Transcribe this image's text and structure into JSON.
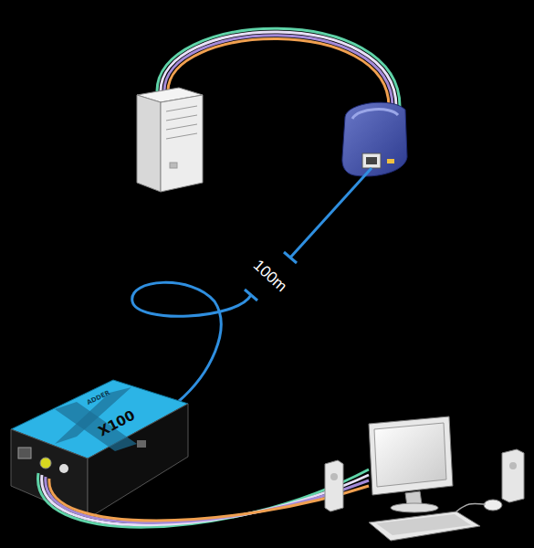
{
  "diagram": {
    "labels": [
      "100m",
      "ADDER",
      "X100"
    ]
  }
}
